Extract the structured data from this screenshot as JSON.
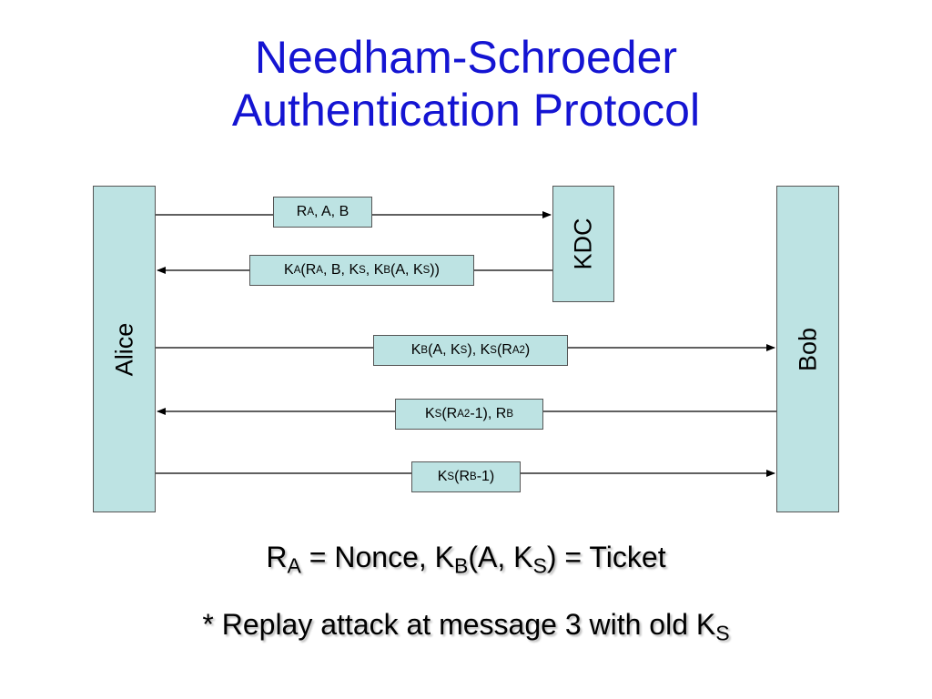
{
  "slide": {
    "title_line1": "Needham-Schroeder",
    "title_line2": "Authentication Protocol"
  },
  "actors": {
    "alice": "Alice",
    "kdc": "KDC",
    "bob": "Bob"
  },
  "messages": [
    {
      "from": "Alice",
      "to": "KDC",
      "parts": [
        "R",
        {
          "sub": "A"
        },
        ", A, B"
      ]
    },
    {
      "from": "KDC",
      "to": "Alice",
      "parts": [
        "K",
        {
          "sub": "A"
        },
        "(R",
        {
          "sub": "A"
        },
        ", B, K",
        {
          "sub": "S"
        },
        ", K",
        {
          "sub": "B"
        },
        "(A, K",
        {
          "sub": "S"
        },
        "))"
      ]
    },
    {
      "from": "Alice",
      "to": "Bob",
      "parts": [
        "K",
        {
          "sub": "B"
        },
        "(A, K",
        {
          "sub": "S"
        },
        "), K",
        {
          "sub": "S"
        },
        "(R",
        {
          "sub": "A2"
        },
        ")"
      ]
    },
    {
      "from": "Bob",
      "to": "Alice",
      "parts": [
        "K",
        {
          "sub": "S"
        },
        "(R",
        {
          "sub": "A2"
        },
        " -1), R",
        {
          "sub": "B"
        }
      ]
    },
    {
      "from": "Alice",
      "to": "Bob",
      "parts": [
        "K",
        {
          "sub": "S"
        },
        "(R",
        {
          "sub": "B"
        },
        " -1)"
      ]
    }
  ],
  "legend": [
    [
      "R",
      {
        "sub": "A"
      },
      " = Nonce, K",
      {
        "sub": "B"
      },
      "(A, K",
      {
        "sub": "S"
      },
      ") = Ticket"
    ],
    [
      "* Replay attack at message 3 with old K",
      {
        "sub": "S"
      }
    ]
  ],
  "colors": {
    "title": "#1414d2",
    "box_fill": "#bde3e3",
    "box_border": "#555555",
    "arrow": "#000000"
  }
}
